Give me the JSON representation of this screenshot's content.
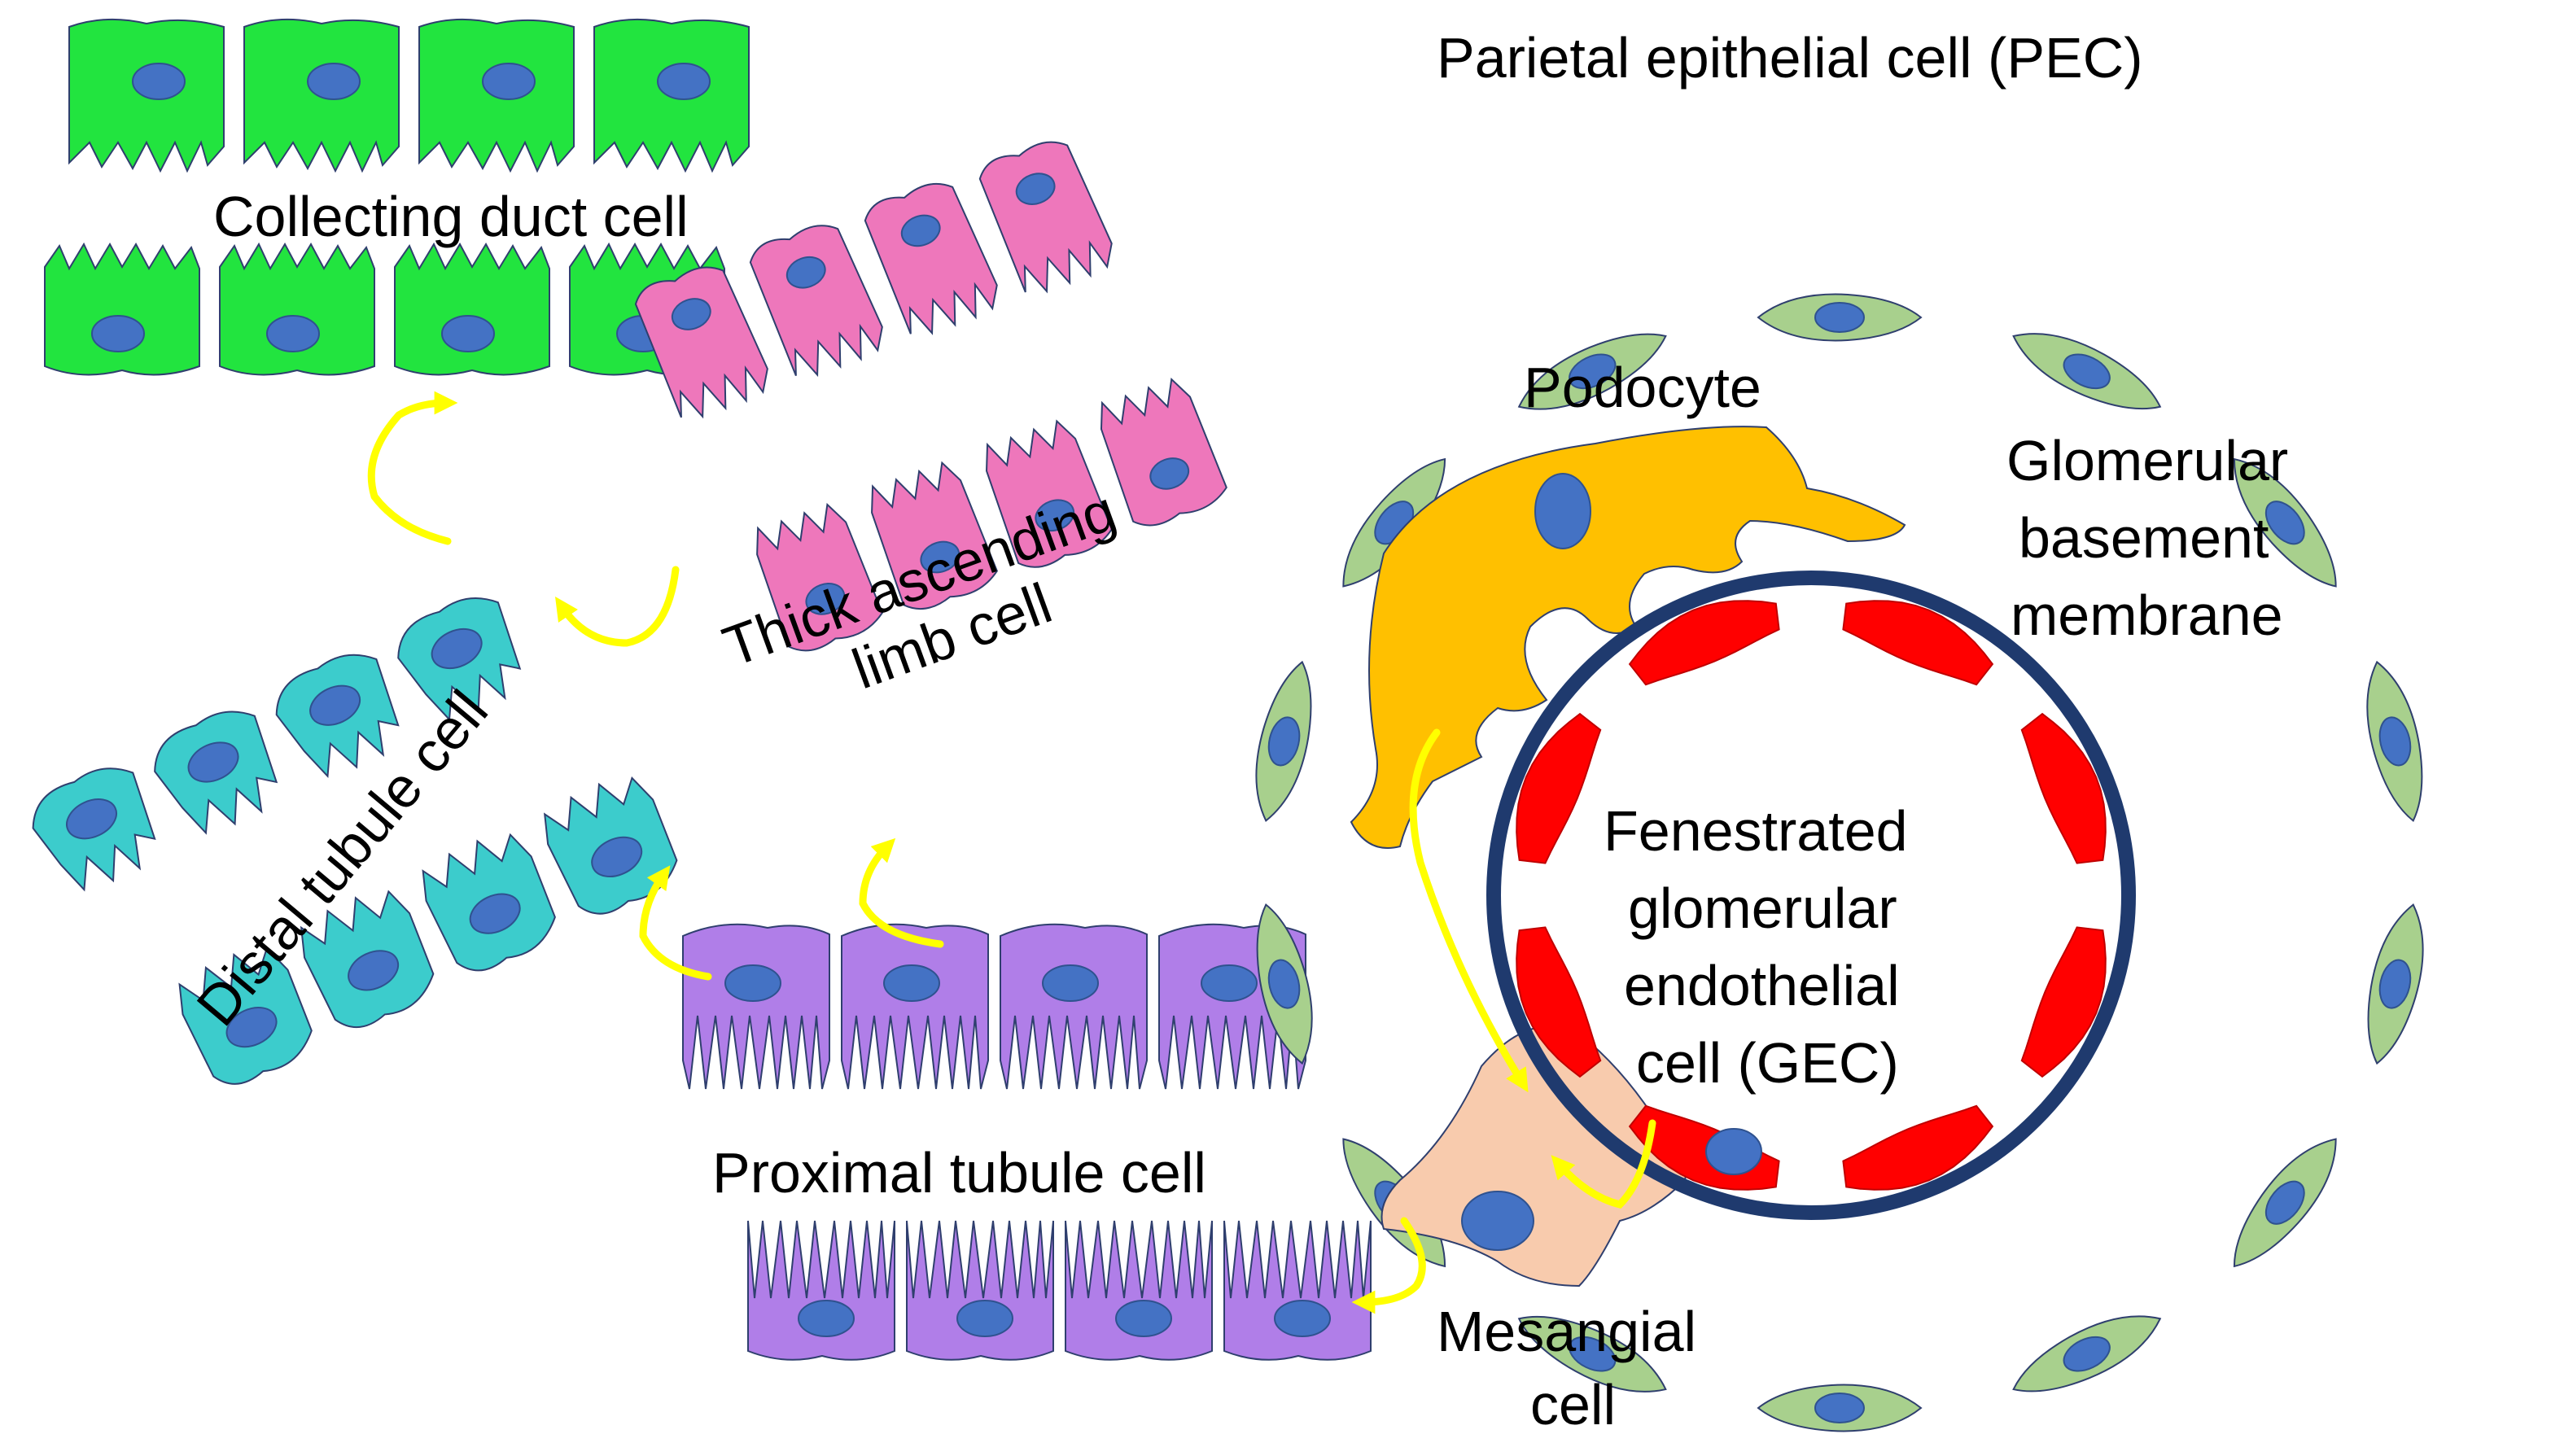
{
  "colors": {
    "collecting_duct": "#22e43f",
    "thick_ascending_limb": "#ee77bb",
    "distal_tubule": "#3ccccc",
    "proximal_tubule": "#b07ee8",
    "pec": "#a8d08d",
    "podocyte": "#ffc000",
    "mesangial": "#f8cbad",
    "gec": "#ff0000",
    "gbm": "#1f3a6e",
    "nucleus": "#4472c4",
    "nucleus_stroke": "#2f528f",
    "arrow": "#ffff00",
    "outline": "#2f3f6e"
  },
  "labels": {
    "pec": "Parietal epithelial cell (PEC)",
    "collecting_duct": "Collecting duct cell",
    "thick_ascending_1": "Thick ascending",
    "thick_ascending_2": "limb cell",
    "distal_tubule": "Distal tubule cell",
    "proximal_tubule": "Proximal tubule cell",
    "podocyte": "Podocyte",
    "gbm_1": "Glomerular",
    "gbm_2": "basement",
    "gbm_3": "membrane",
    "gec_1": "Fenestrated",
    "gec_2": "glomerular",
    "gec_3": "endothelial",
    "gec_4": "cell (GEC)",
    "mesangial_1": "Mesangial",
    "mesangial_2": "cell"
  }
}
